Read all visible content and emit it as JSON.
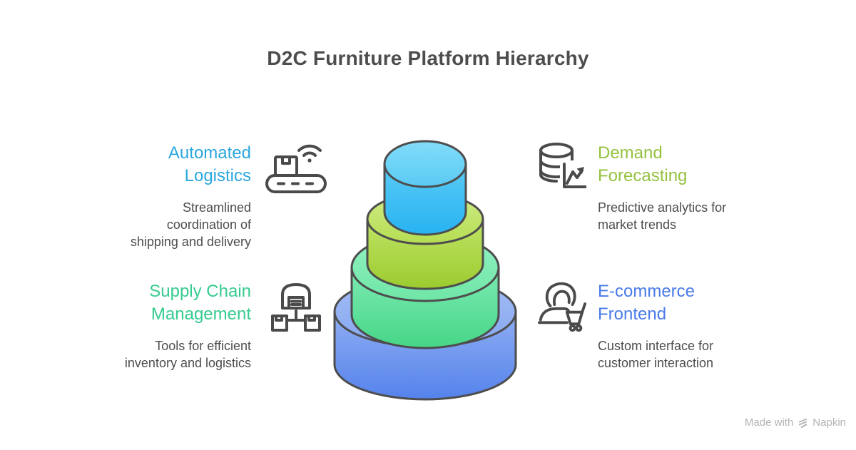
{
  "title": "D2C Furniture Platform Hierarchy",
  "sections": [
    {
      "id": "automated-logistics",
      "heading_lines": [
        "Automated",
        "Logistics"
      ],
      "description_lines": [
        "Streamlined",
        "coordination of",
        "shipping and delivery"
      ],
      "color": "#2AA7DE",
      "icon": "conveyor-belt-wifi-icon",
      "position": "top-left"
    },
    {
      "id": "supply-chain-management",
      "heading_lines": [
        "Supply Chain",
        "Management"
      ],
      "description_lines": [
        "Tools for efficient",
        "inventory and logistics"
      ],
      "color": "#36CB8E",
      "icon": "warehouse-distribution-icon",
      "position": "bottom-left"
    },
    {
      "id": "demand-forecasting",
      "heading_lines": [
        "Demand",
        "Forecasting"
      ],
      "description_lines": [
        "Predictive analytics for",
        "market trends"
      ],
      "color": "#94C23F",
      "icon": "database-trend-chart-icon",
      "position": "top-right"
    },
    {
      "id": "ecommerce-frontend",
      "heading_lines": [
        "E-commerce",
        "Frontend"
      ],
      "description_lines": [
        "Custom interface for",
        "customer interaction"
      ],
      "color": "#4A7BE8",
      "icon": "customer-shopping-cart-icon",
      "position": "bottom-right"
    }
  ],
  "pyramid": {
    "type": "stacked-cylinders",
    "tier_count": 4,
    "outline_color": "#4D4D4D",
    "tiers": [
      {
        "position": "top",
        "matches_section": "automated-logistics",
        "ellipse_fill": "#74D6F8",
        "body_fill_top": "#5BCBF5",
        "body_fill_bottom": "#27B3F2"
      },
      {
        "position": "upper-middle",
        "matches_section": "demand-forecasting",
        "ellipse_fill": "#C9E977",
        "body_fill_top": "#C0E466",
        "body_fill_bottom": "#9CCB2F"
      },
      {
        "position": "lower-middle",
        "matches_section": "supply-chain-management",
        "ellipse_fill": "#8AEFBC",
        "body_fill_top": "#7EEBB3",
        "body_fill_bottom": "#46D687"
      },
      {
        "position": "bottom",
        "matches_section": "ecommerce-frontend",
        "ellipse_fill": "#9BB7F4",
        "body_fill_top": "#90AEF2",
        "body_fill_bottom": "#5583EC"
      }
    ]
  },
  "watermark": {
    "prefix": "Made with",
    "brand": "Napkin"
  },
  "colors": {
    "title_text": "#4D4D4D",
    "description_text": "#4D4D4D",
    "icon_stroke": "#4A4A4A",
    "watermark_text": "#B3B3B3",
    "background": "#FFFFFF"
  }
}
